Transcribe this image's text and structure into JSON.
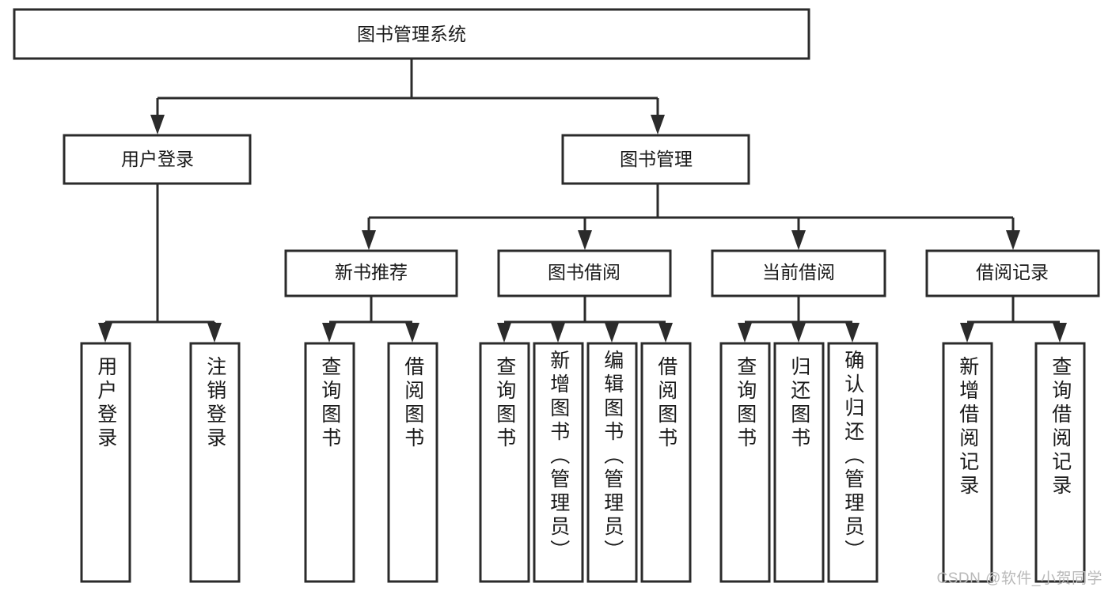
{
  "diagram": {
    "type": "tree",
    "title": "图书管理系统",
    "orientation": "top-down",
    "colors": {
      "box_stroke": "#2b2b2b",
      "box_fill": "#ffffff",
      "text": "#1a1a1a",
      "background": "#ffffff",
      "watermark": "#b9b9b9"
    },
    "root": {
      "label": "图书管理系统"
    },
    "level2": [
      {
        "label": "用户登录"
      },
      {
        "label": "图书管理"
      }
    ],
    "level3": [
      {
        "label": "新书推荐"
      },
      {
        "label": "图书借阅"
      },
      {
        "label": "当前借阅"
      },
      {
        "label": "借阅记录"
      }
    ],
    "leaves": {
      "user_login": [
        {
          "label": "用户登录"
        },
        {
          "label": "注销登录"
        }
      ],
      "new_book_recommend": [
        {
          "label": "查询图书"
        },
        {
          "label": "借阅图书"
        }
      ],
      "book_borrow": [
        {
          "label": "查询图书"
        },
        {
          "label": "新增图书（管理员）"
        },
        {
          "label": "编辑图书（管理员）"
        },
        {
          "label": "借阅图书"
        }
      ],
      "current_borrow": [
        {
          "label": "查询图书"
        },
        {
          "label": "归还图书"
        },
        {
          "label": "确认归还（管理员）"
        }
      ],
      "borrow_record": [
        {
          "label": "新增借阅记录"
        },
        {
          "label": "查询借阅记录"
        }
      ]
    }
  },
  "watermark": {
    "text": "CSDN @软件_小贺同学"
  }
}
